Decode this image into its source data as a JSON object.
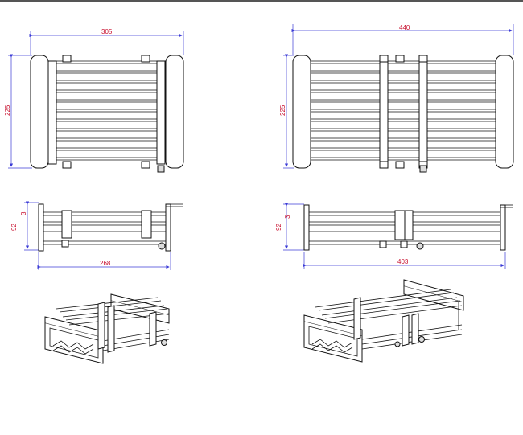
{
  "dimensions": {
    "top_left_width": "305",
    "top_left_height": "225",
    "top_right_width": "440",
    "top_right_height": "225",
    "side_left_height": "92",
    "side_left_lip": "3",
    "side_left_width": "268",
    "side_right_height": "92",
    "side_right_lip": "3",
    "side_right_width": "403"
  }
}
